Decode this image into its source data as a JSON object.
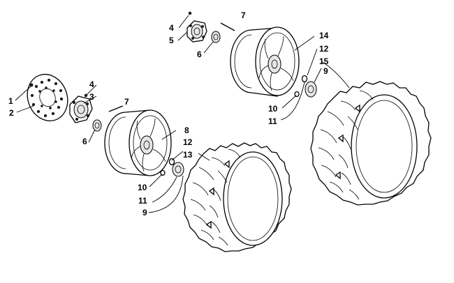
{
  "callouts": {
    "c1": "1",
    "c2": "2",
    "c3": "3",
    "c4a": "4",
    "c4b": "4",
    "c5": "5",
    "c6a": "6",
    "c6b": "6",
    "c7a": "7",
    "c7b": "7",
    "c8": "8",
    "c9a": "9",
    "c9b": "9",
    "c10a": "10",
    "c10b": "10",
    "c11a": "11",
    "c11b": "11",
    "c12a": "12",
    "c12b": "12",
    "c13": "13",
    "c14": "14",
    "c15": "15"
  }
}
